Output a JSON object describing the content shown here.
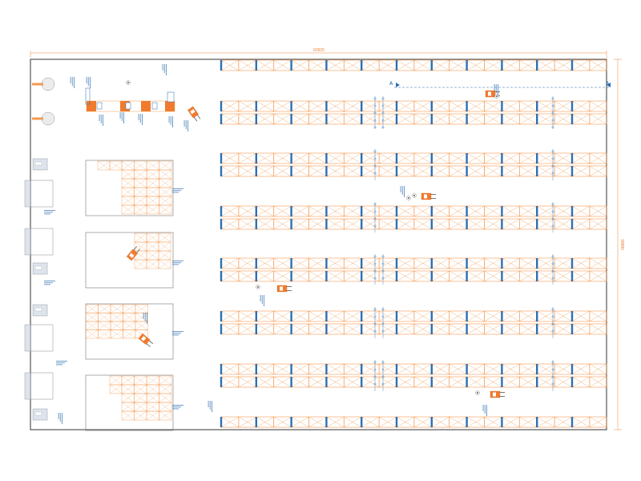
{
  "drawing": {
    "width_dimension": "60925",
    "height_dimension": "38880",
    "section_marker": "A",
    "colors": {
      "rack": "#f39a52",
      "upright": "#2f6fb0",
      "outline": "#555555",
      "dimension": "#e8833a",
      "forklift": "#f07b2f",
      "dock": "#dde4ee"
    },
    "icons": [
      "forklift-icon",
      "worker-icon",
      "dock-leveler-icon",
      "section-arrow-icon"
    ]
  }
}
